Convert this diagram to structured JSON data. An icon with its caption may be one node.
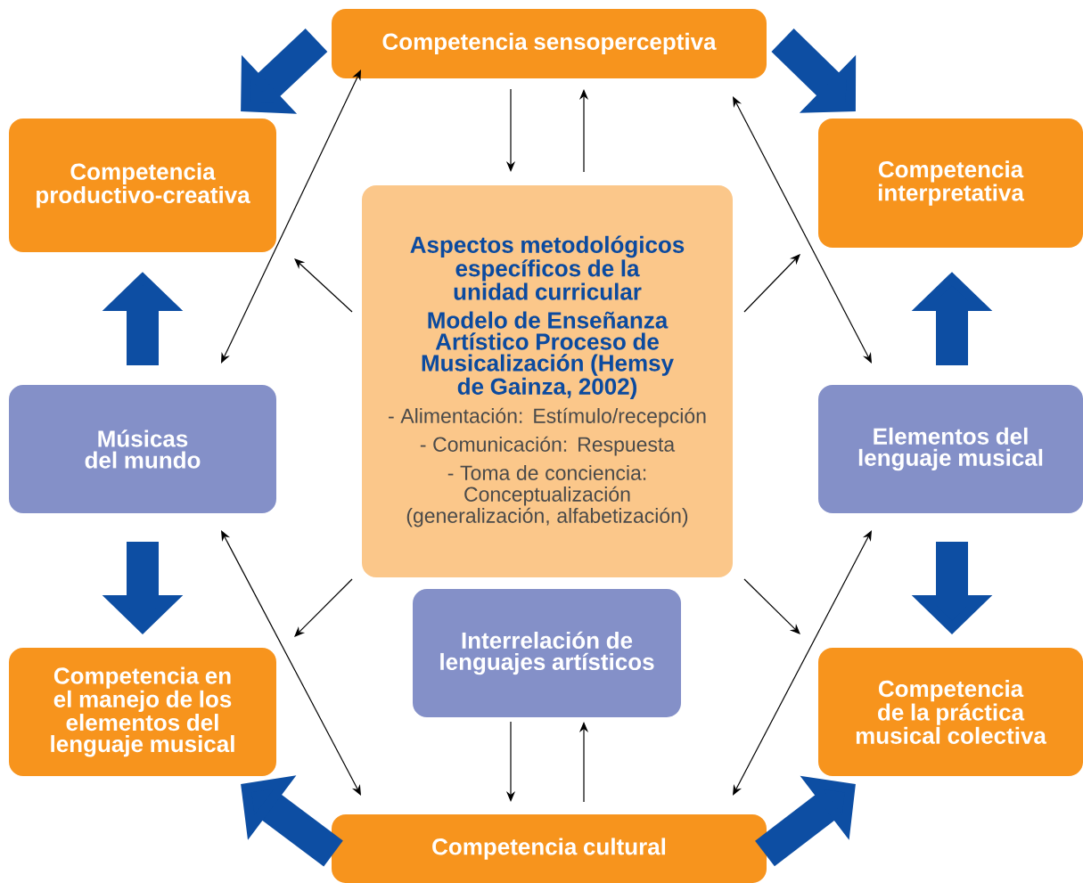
{
  "diagram": {
    "nodes": [
      {
        "text": [
          "Competencia sensoperceptiva"
        ]
      },
      {
        "text": [
          "Competencia productivo-creativa"
        ]
      },
      {
        "text": [
          "Competencia interpretativa"
        ]
      },
      {
        "text": [
          "Aspectos metodológicos específicos de la unidad curricular",
          "Modelo de Enseñanza Artístico Proceso de Musicalización (Hemsy de Gainza, 2002)",
          "- Alimentación: Estímulo/recepción",
          "- Comunicación: Respuesta",
          "- Toma de conciencia: Conceptualización (generalización, alfabetización)"
        ]
      },
      {
        "text": [
          "Músicas del mundo"
        ]
      },
      {
        "text": [
          "Elementos del lenguaje musical"
        ]
      },
      {
        "text": [
          "Interrelación de lenguajes artísticos"
        ]
      },
      {
        "text": [
          "Competencia en el manejo de los elementos del lenguaje musical"
        ]
      },
      {
        "text": [
          "Competencia de la práctica musical colectiva"
        ]
      },
      {
        "text": [
          "Competencia cultural"
        ]
      }
    ],
    "edges": [
      {
        "from": 0,
        "to": 3,
        "arrow": "to"
      },
      {
        "from": 3,
        "to": 0,
        "arrow": "to"
      },
      {
        "from": 3,
        "to": 1,
        "arrow": "to"
      },
      {
        "from": 3,
        "to": 2,
        "arrow": "to"
      },
      {
        "from": 3,
        "to": 7,
        "arrow": "to"
      },
      {
        "from": 3,
        "to": 8,
        "arrow": "to"
      },
      {
        "from": 0,
        "to": 4,
        "arrow": "both"
      },
      {
        "from": 0,
        "to": 5,
        "arrow": "both"
      },
      {
        "from": 9,
        "to": 4,
        "arrow": "both"
      },
      {
        "from": 9,
        "to": 5,
        "arrow": "both"
      },
      {
        "from": 6,
        "to": 9,
        "arrow": "to"
      },
      {
        "from": 9,
        "to": 6,
        "arrow": "to"
      },
      {
        "from": 0,
        "to": 1,
        "arrow": "to",
        "style": "thick",
        "color": "#0d4ea3"
      },
      {
        "from": 0,
        "to": 2,
        "arrow": "to",
        "style": "thick",
        "color": "#0d4ea3"
      },
      {
        "from": 4,
        "to": 1,
        "arrow": "to",
        "style": "thick",
        "color": "#0d4ea3"
      },
      {
        "from": 5,
        "to": 2,
        "arrow": "to",
        "style": "thick",
        "color": "#0d4ea3"
      },
      {
        "from": 4,
        "to": 7,
        "arrow": "to",
        "style": "thick",
        "color": "#0d4ea3"
      },
      {
        "from": 5,
        "to": 8,
        "arrow": "to",
        "style": "thick",
        "color": "#0d4ea3"
      },
      {
        "from": 9,
        "to": 7,
        "arrow": "to",
        "style": "thick",
        "color": "#0d4ea3"
      },
      {
        "from": 9,
        "to": 8,
        "arrow": "to",
        "style": "thick",
        "color": "#0d4ea3"
      }
    ]
  }
}
